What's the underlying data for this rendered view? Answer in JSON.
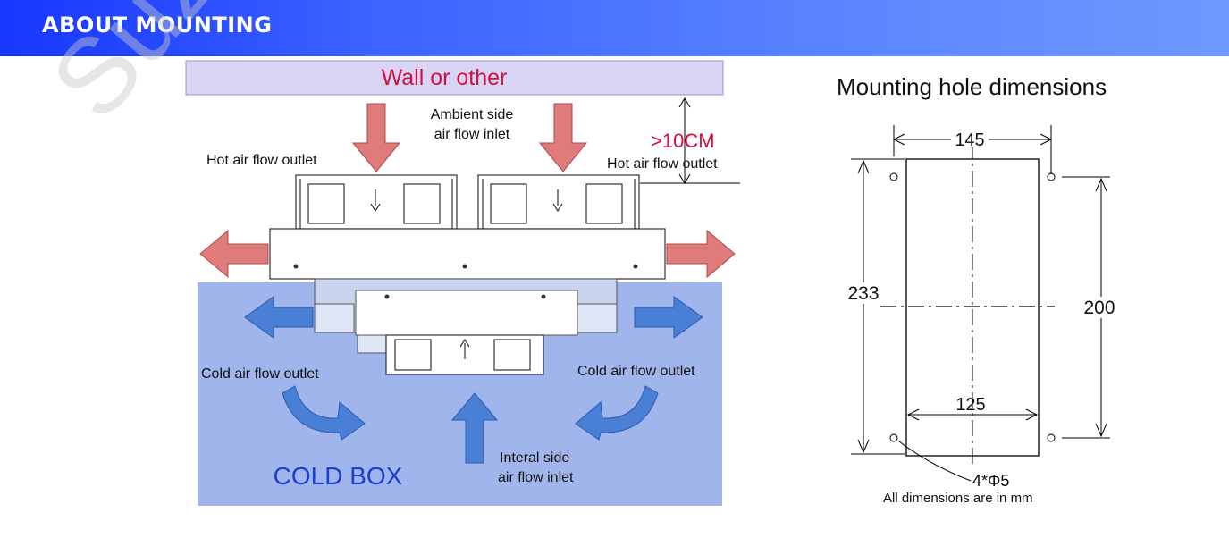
{
  "header": {
    "title": "ABOUT MOUNTING"
  },
  "watermark": "Suzhou",
  "airflow_diagram": {
    "wall_label": "Wall or other",
    "ambient_inlet_line1": "Ambient side",
    "ambient_inlet_line2": "air flow inlet",
    "clearance_label": ">10CM",
    "hot_outlet_left": "Hot air flow outlet",
    "hot_outlet_right": "Hot air flow outlet",
    "cold_outlet_left": "Cold air flow outlet",
    "cold_outlet_right": "Cold air flow outlet",
    "internal_inlet_line1": "Interal side",
    "internal_inlet_line2": "air flow inlet",
    "cold_box_label": "COLD BOX"
  },
  "hole_diagram": {
    "title": "Mounting hole dimensions",
    "dim_top_width": "145",
    "dim_height": "233",
    "dim_hole_spacing_vertical": "200",
    "dim_hole_spacing_horizontal": "125",
    "hole_spec": "4*Φ5",
    "units_note": "All dimensions are in mm"
  },
  "colors": {
    "banner_start": "#1737ff",
    "banner_end": "#6f98ff",
    "wall_fill": "#d8d4f4",
    "cold_box_fill": "#9fb5ec",
    "hot_arrow": "#e07b7b",
    "cold_arrow": "#4a7fd6",
    "wall_text": "#d01040",
    "cold_box_text": "#1a3fd0"
  }
}
